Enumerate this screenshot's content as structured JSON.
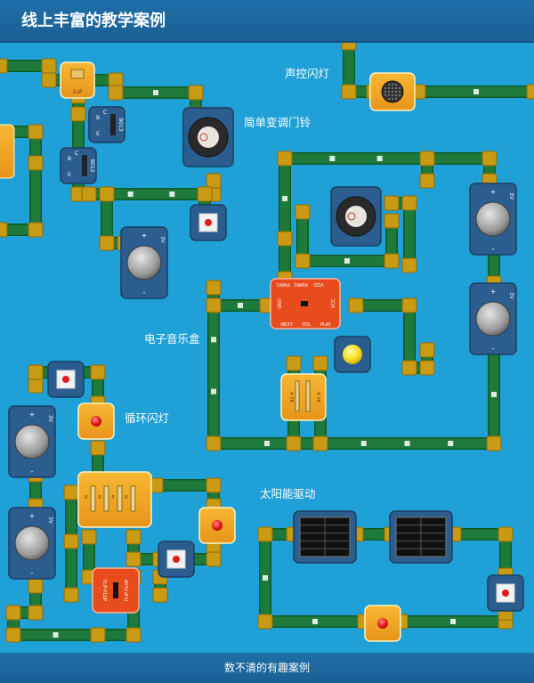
{
  "header": {
    "title": "线上丰富的教学案例"
  },
  "footer": {
    "text": "数不清的有趣案例"
  },
  "labels": {
    "voice_flash": "声控闪灯",
    "doorbell": "简单变调门铃",
    "music_box": "电子音乐盒",
    "cycle_flash": "循环闪灯",
    "solar_drive": "太阳能驱动"
  },
  "components": {
    "capacitor": "1uF",
    "transistor_a": "9013",
    "transistor_a_pins": [
      "B",
      "C",
      "E"
    ],
    "transistor_b": "9012",
    "transistor_b_pins": [
      "B",
      "C",
      "E"
    ],
    "battery_voltage": "3V",
    "battery_plus": "+",
    "battery_minus": "-",
    "music_chip_pins": [
      "PWM1",
      "PWM2",
      "VDD",
      "GND",
      "VCC",
      "NEXT",
      "VOL",
      "PLAY"
    ],
    "resistor_4_7k": "4.7K",
    "flip_chip": "FLIP-FLOP",
    "res_label": "R"
  },
  "colors": {
    "background": "#1fa0d6",
    "header": "#1a5f93",
    "wire": "#1d7a3a",
    "wire_dark": "#0f5a25",
    "connector": "#c99b14",
    "module_blue": "#2b5d8f",
    "module_orange": "#f2a51f",
    "chip_red": "#e84b1c"
  }
}
